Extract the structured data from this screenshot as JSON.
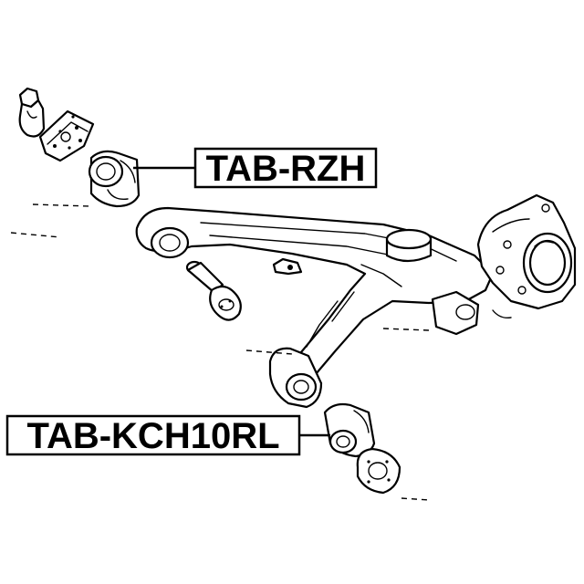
{
  "diagram": {
    "callouts": [
      {
        "id": "upper-bushing",
        "part_number": "TAB-RZH"
      },
      {
        "id": "lower-bushing",
        "part_number": "TAB-KCH10RL"
      }
    ]
  }
}
